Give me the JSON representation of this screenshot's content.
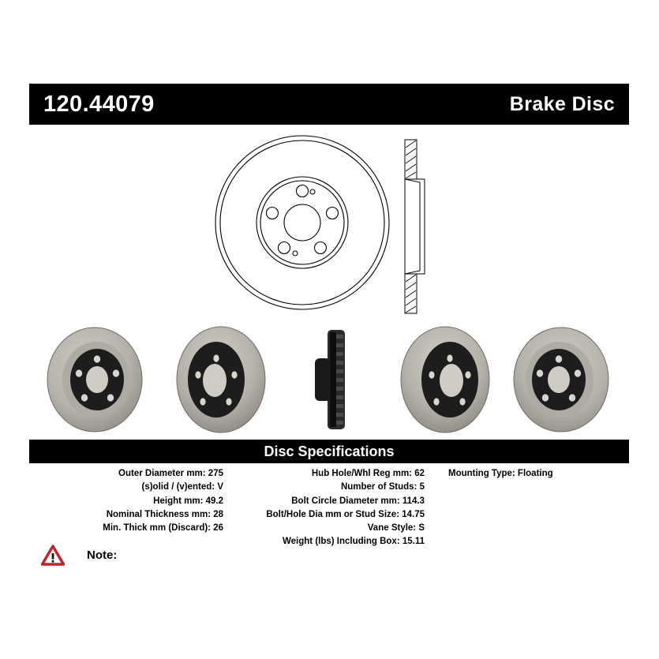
{
  "header": {
    "part_number": "120.44079",
    "product_type": "Brake Disc"
  },
  "spec_banner": {
    "title": "Disc Specifications"
  },
  "specifications": {
    "left_column": [
      {
        "label": "Outer Diameter mm:",
        "value": "275"
      },
      {
        "label": "(s)olid / (v)ented:",
        "value": "V"
      },
      {
        "label": "Height mm:",
        "value": "49.2"
      },
      {
        "label": "Nominal Thickness mm:",
        "value": "28"
      },
      {
        "label": "Min. Thick mm (Discard):",
        "value": "26"
      }
    ],
    "middle_column": [
      {
        "label": "Hub Hole/Whl Reg mm:",
        "value": "62"
      },
      {
        "label": "Number of Studs:",
        "value": "5"
      },
      {
        "label": "Bolt Circle Diameter mm:",
        "value": "114.3"
      },
      {
        "label": "Bolt/Hole Dia mm or Stud Size:",
        "value": "14.75"
      },
      {
        "label": "Vane Style:",
        "value": "S"
      },
      {
        "label": "Weight (lbs) Including Box:",
        "value": "15.11"
      }
    ],
    "right_column": [
      {
        "label": "Mounting Type:",
        "value": "Floating"
      }
    ]
  },
  "note": {
    "icon": "warning-triangle-icon",
    "label": "Note:",
    "text": ""
  },
  "figures": {
    "technical_drawing": {
      "name": "brake-disc-technical-drawing",
      "views": [
        "rotor-face-view",
        "rotor-cross-section-view"
      ]
    },
    "photos": [
      {
        "name": "rotor-photo-angled-left",
        "view": "friction-surface-angled"
      },
      {
        "name": "rotor-photo-angled-left-2",
        "view": "friction-surface-angled"
      },
      {
        "name": "rotor-photo-edge-on",
        "view": "vented-vanes-edge"
      },
      {
        "name": "rotor-photo-angled-right",
        "view": "friction-surface-angled"
      },
      {
        "name": "rotor-photo-angled-right-2",
        "view": "friction-surface-angled"
      }
    ]
  },
  "colors": {
    "banner_background": "#000000",
    "banner_text": "#ffffff",
    "page_background": "#ffffff",
    "body_text": "#000000",
    "warning_red": "#c0232a",
    "rotor_face": "#b8b5ae",
    "rotor_hat": "#1c1c1c"
  }
}
